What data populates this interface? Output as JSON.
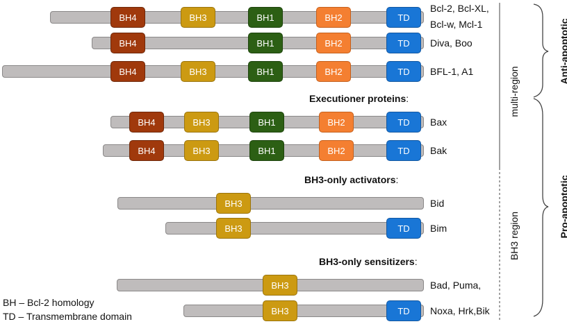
{
  "domains": {
    "bh4": "BH4",
    "bh3": "BH3",
    "bh1": "BH1",
    "bh2": "BH2",
    "td": "TD"
  },
  "rows": {
    "r1": "Bcl-2, Bcl-XL,",
    "r1b": "Bcl-w, Mcl-1",
    "r2": "Diva, Boo",
    "r3": "BFL-1, A1",
    "r4": "Bax",
    "r5": "Bak",
    "r6": "Bid",
    "r7": "Bim",
    "r8": "Bad, Puma,",
    "r9": "Noxa, Hrk,Bik"
  },
  "headings": {
    "executioner": "Executioner proteins",
    "activators": "BH3-only activators",
    "sensitizers": "BH3-only sensitizers",
    "colon": ":"
  },
  "side": {
    "multi_region": "multi-region",
    "bh3_region": "BH3 region",
    "anti": "Anti-apoptotic",
    "pro": "Pro-apoptotic"
  },
  "legend": {
    "bh": "BH – Bcl-2 homology",
    "td": "TD – Transmembrane domain"
  }
}
